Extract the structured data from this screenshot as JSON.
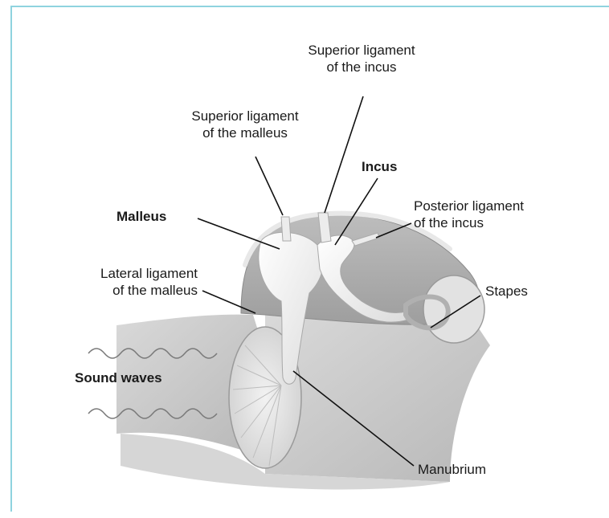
{
  "labels": {
    "superior_ligament_incus": [
      "Superior ligament",
      "of the incus"
    ],
    "superior_ligament_malleus": [
      "Superior ligament",
      "of the malleus"
    ],
    "incus": "Incus",
    "malleus": "Malleus",
    "posterior_ligament_incus": [
      "Posterior ligament",
      "of the incus"
    ],
    "lateral_ligament_malleus": [
      "Lateral ligament",
      "of the malleus"
    ],
    "stapes": "Stapes",
    "sound_waves": "Sound waves",
    "manubrium": "Manubrium"
  },
  "colors": {
    "frame_border": "#8fd3df",
    "tissue_shade": "#c9c9c9",
    "bone": "#f4f4f4",
    "leader_line": "#111111"
  }
}
